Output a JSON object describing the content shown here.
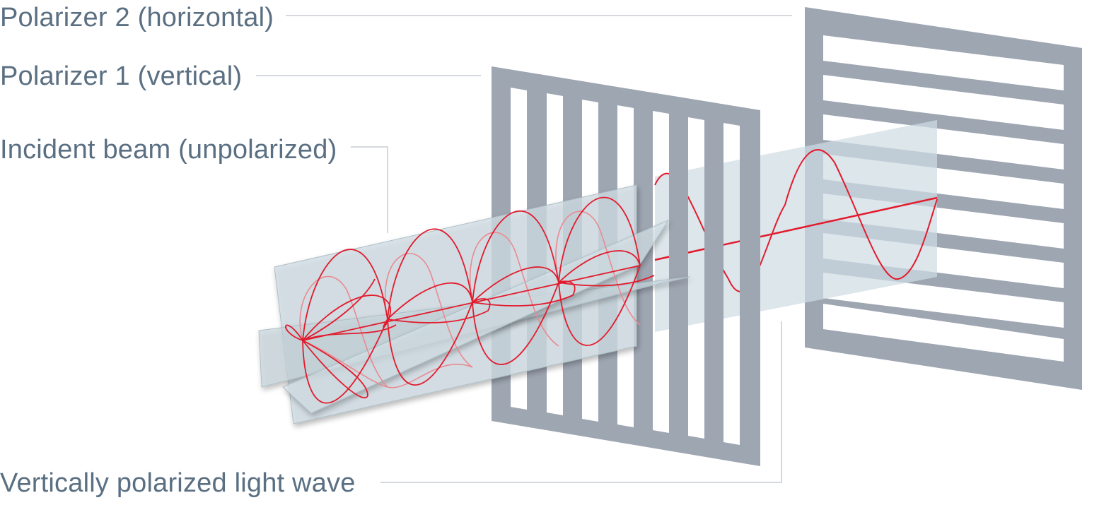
{
  "labels": {
    "polarizer2": "Polarizer 2 (horizontal)",
    "polarizer1": "Polarizer 1 (vertical)",
    "incident_beam": "Incident beam (unpolarized)",
    "polarized_wave": "Vertically polarized light wave"
  },
  "colors": {
    "label_text": "#5a6f82",
    "leader_line": "#c7ccd2",
    "polarizer_frame": "#9ea6b2",
    "wave": "#e21b2d",
    "wave_faded": "#e98a92",
    "plane_fill": "#cfdde3"
  },
  "icons": {
    "polarizer1": "vertical-slit-grating",
    "polarizer2": "horizontal-slit-grating"
  }
}
